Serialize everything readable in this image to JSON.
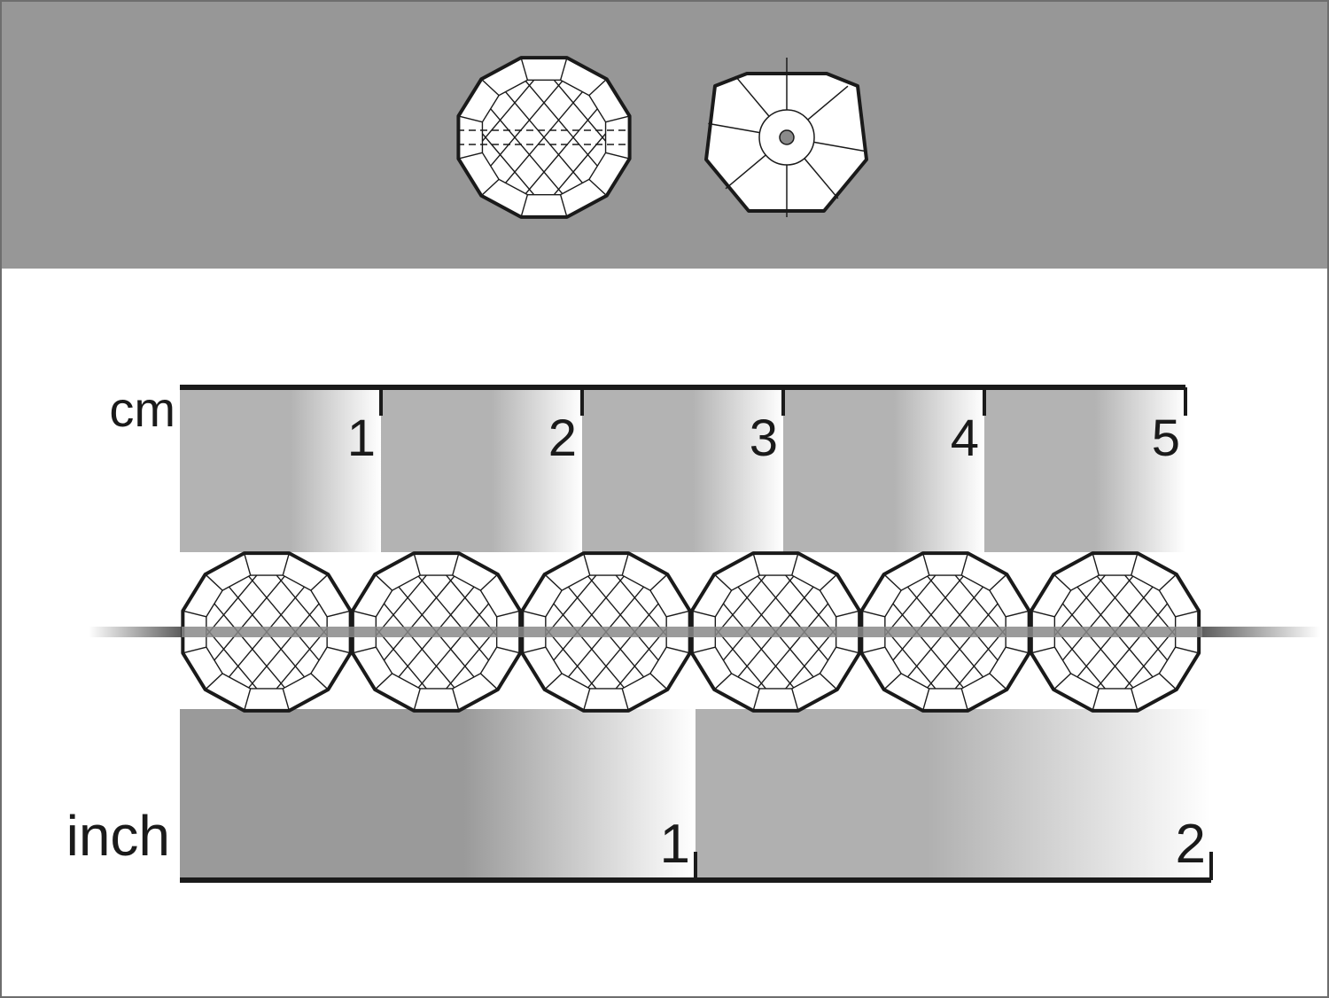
{
  "ruler": {
    "cm_label": "cm",
    "inch_label": "inch",
    "cm_ticks": [
      "1",
      "2",
      "3",
      "4",
      "5"
    ],
    "inch_ticks": [
      "1",
      "2"
    ]
  },
  "colors": {
    "top_band": "#979797",
    "frame": "#6e6e6e",
    "ruler_dark": "#999999",
    "ruler_light": "#b3b3b3",
    "bead_fill": "#ffffff",
    "bead_stroke": "#1a1a1a",
    "thread": "#8a8a8a"
  },
  "beads": {
    "count": 6,
    "side_view_icon": "faceted-bead-side-icon",
    "end_view_icon": "faceted-bead-end-icon"
  }
}
